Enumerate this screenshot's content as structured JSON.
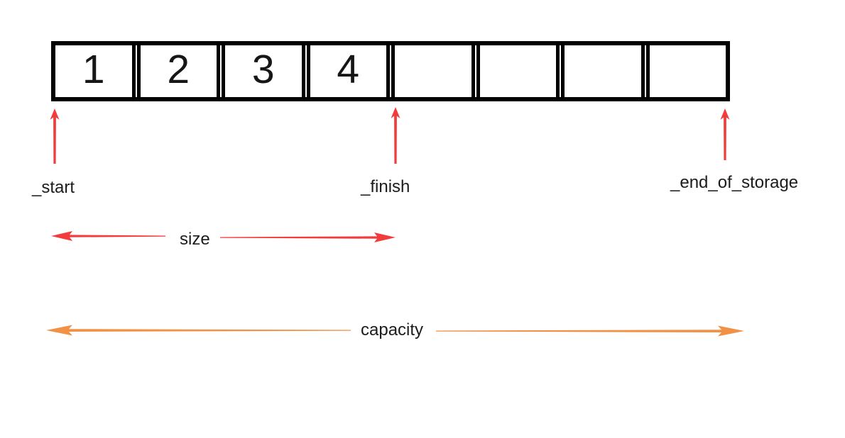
{
  "array": {
    "cells": [
      "1",
      "2",
      "3",
      "4",
      "",
      "",
      "",
      ""
    ]
  },
  "pointers": {
    "start": {
      "label": "_start"
    },
    "finish": {
      "label": "_finish"
    },
    "end_of_storage": {
      "label": "_end_of_storage"
    }
  },
  "spans": {
    "size": {
      "label": "size",
      "color": "#f23c3c"
    },
    "capacity": {
      "label": "capacity",
      "color": "#f09145"
    }
  },
  "colors": {
    "pointer_arrow": "#f23c3c",
    "array_border": "#000000",
    "background": "#ffffff"
  }
}
